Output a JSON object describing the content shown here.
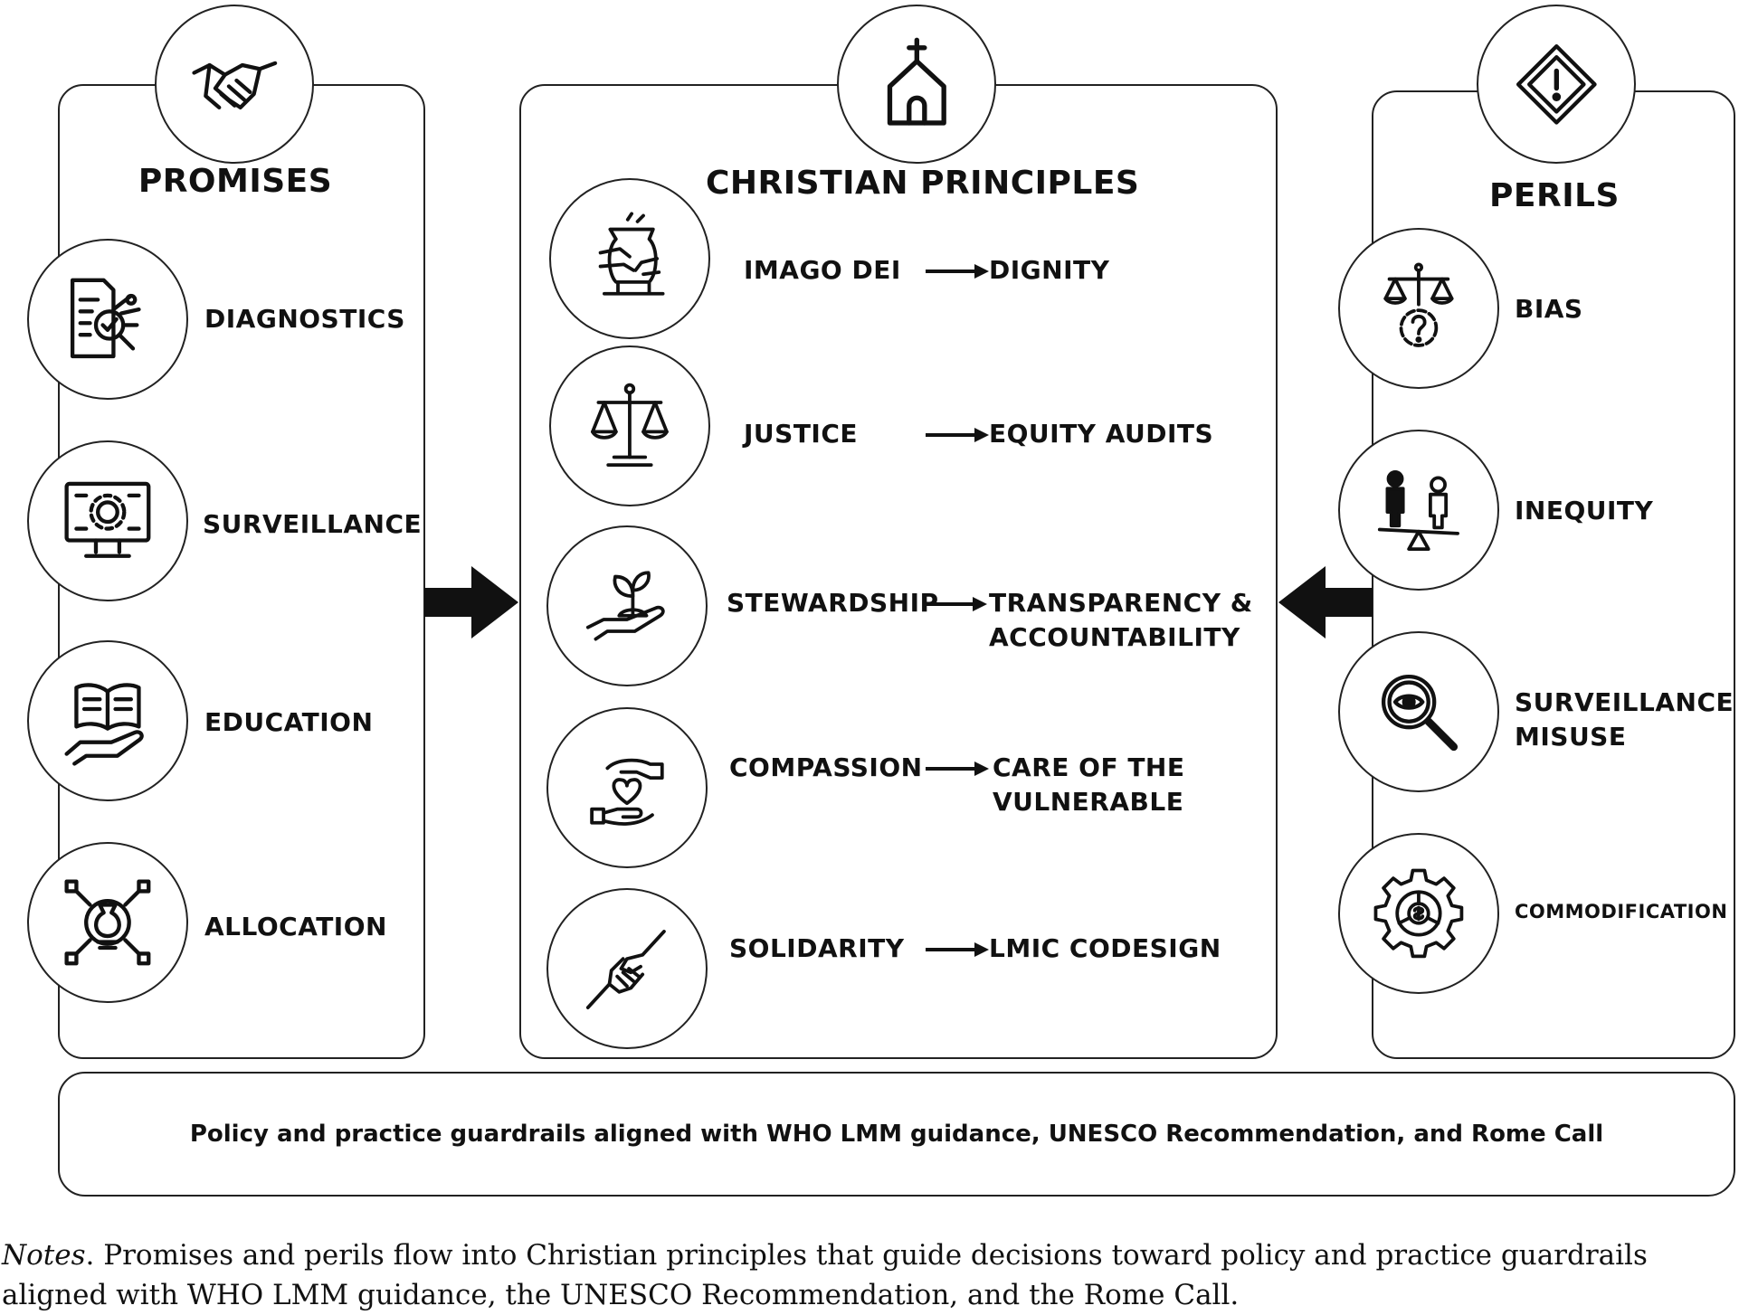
{
  "promises": {
    "title": "PROMISES",
    "items": [
      {
        "label": "DIAGNOSTICS",
        "icon": "diagnostics-icon"
      },
      {
        "label": "SURVEILLANCE",
        "icon": "monitor-gear-icon"
      },
      {
        "label": "EDUCATION",
        "icon": "book-hand-icon"
      },
      {
        "label": "ALLOCATION",
        "icon": "money-bag-network-icon"
      }
    ],
    "header_icon": "handshake-icon"
  },
  "principles": {
    "title": "CHRISTIAN PRINCIPLES",
    "header_icon": "church-icon",
    "items": [
      {
        "principle": "IMAGO DEI",
        "outcome": "DIGNITY",
        "icon": "potter-hands-icon"
      },
      {
        "principle": "JUSTICE",
        "outcome": "EQUITY AUDITS",
        "icon": "scales-icon"
      },
      {
        "principle": "STEWARDSHIP",
        "outcome": "TRANSPARENCY &\nACCOUNTABILITY",
        "icon": "plant-hand-icon"
      },
      {
        "principle": "COMPASSION",
        "outcome": "CARE OF THE\n VULNERABLE",
        "icon": "heart-hands-icon"
      },
      {
        "principle": "SOLIDARITY",
        "outcome": "LMIC CODESIGN",
        "icon": "helping-hands-icon"
      }
    ]
  },
  "perils": {
    "title": "PERILS",
    "header_icon": "warning-sign-icon",
    "items": [
      {
        "label": "BIAS",
        "icon": "scales-question-icon"
      },
      {
        "label": "INEQUITY",
        "icon": "seesaw-people-icon"
      },
      {
        "label": "SURVEILLANCE\nMISUSE",
        "icon": "magnifier-eye-icon"
      },
      {
        "label": "COMMODIFICATION",
        "icon": "gear-dollar-icon"
      }
    ]
  },
  "guardrails": "Policy and practice guardrails aligned with WHO LMM guidance, UNESCO Recommendation, and Rome Call",
  "notes": {
    "prefix": "Notes",
    "text": ". Promises and perils flow into Christian principles that guide decisions toward policy and practice guardrails aligned with WHO LMM guidance, the UNESCO Recommendation, and the Rome Call."
  }
}
